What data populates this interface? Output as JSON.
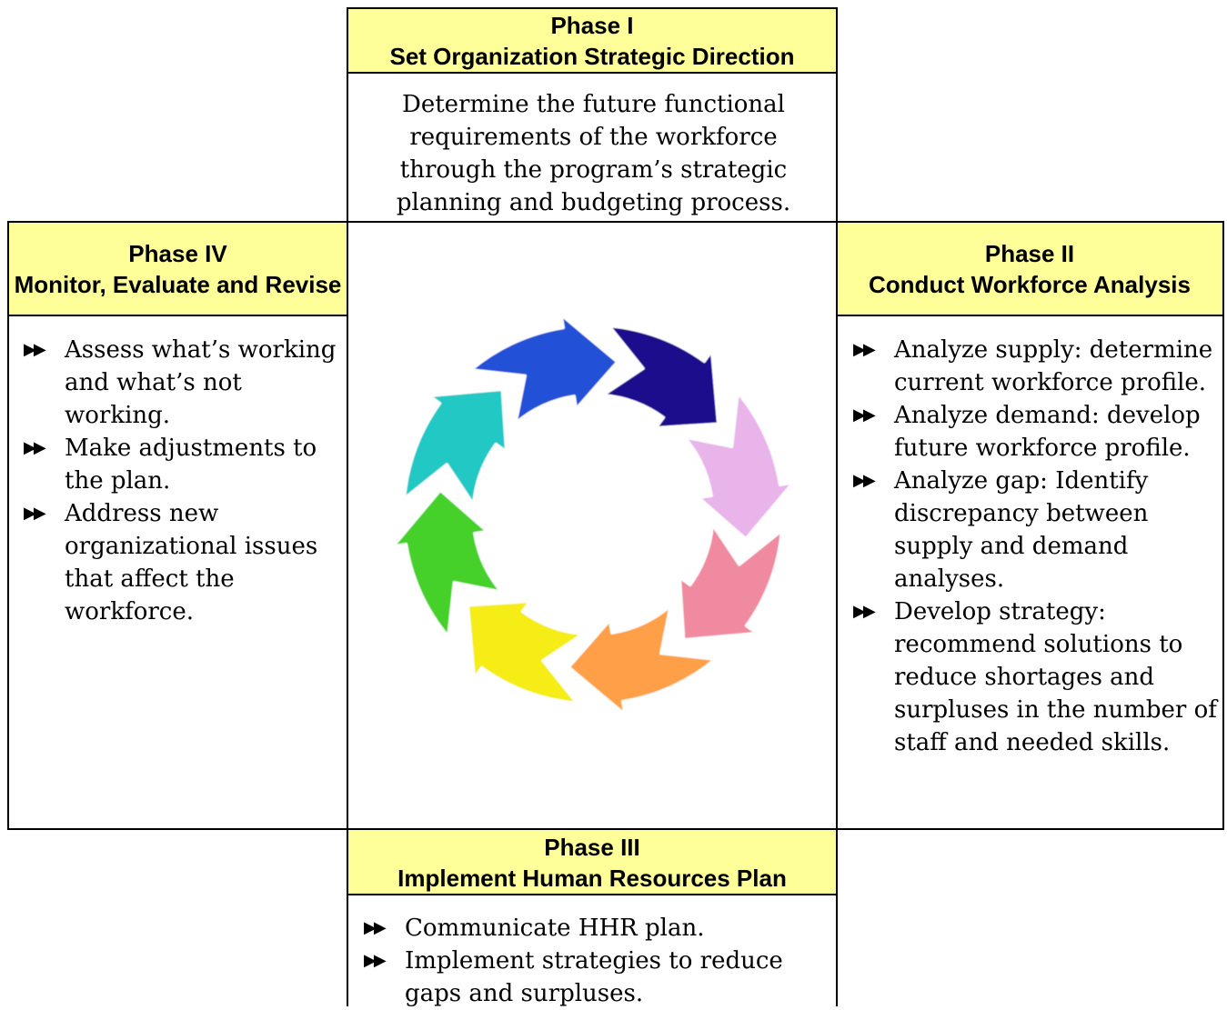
{
  "phase1": {
    "title": "Phase I",
    "subtitle": "Set Organization Strategic Direction",
    "description": "Determine the future functional requirements of the workforce through the program’s strategic planning and budgeting process."
  },
  "phase2": {
    "title": "Phase II",
    "subtitle": "Conduct Workforce Analysis",
    "bullets": [
      "Analyze supply: determine current workforce profile.",
      "Analyze demand: develop future workforce profile.",
      "Analyze gap:  Identify discrepancy between supply and demand analyses.",
      "Develop strategy: recommend solutions to reduce shortages and surpluses in the number of staff and needed skills."
    ]
  },
  "phase3": {
    "title": "Phase III",
    "subtitle": "Implement Human Resources Plan",
    "bullets": [
      "Communicate HHR plan.",
      "Implement strategies to reduce gaps and surpluses."
    ]
  },
  "phase4": {
    "title": "Phase IV",
    "subtitle": "Monitor, Evaluate and Revise",
    "bullets": [
      "Assess what’s working and what’s not working.",
      "Make adjustments to the plan.",
      "Address new organizational issues that affect the workforce."
    ]
  },
  "cycle": {
    "arrow_colors": [
      "#1a0d8c",
      "#e9b4ea",
      "#f08aa0",
      "#ffa04a",
      "#f6ec12",
      "#44d02a",
      "#24c8c4",
      "#2451d8"
    ]
  }
}
